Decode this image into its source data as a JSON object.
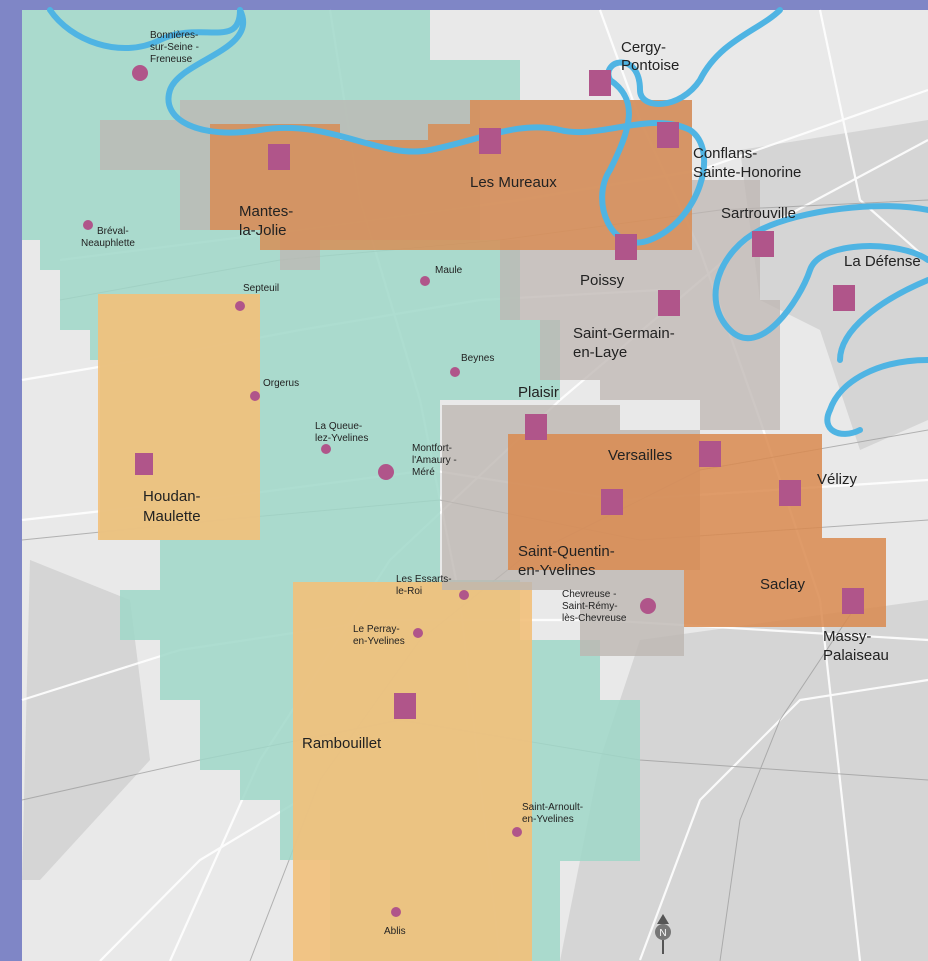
{
  "colors": {
    "frame": "#7f86c6",
    "basemap": "#e9e9e9",
    "river": "#4fb4e3",
    "zone_teal": "#9fd7c8",
    "zone_orange": "#f2c07a",
    "zone_brown": "#d98a4f",
    "zone_grey": "#bdb6b1",
    "marker": "#b0558a"
  },
  "icons": {
    "north_arrow": "north-arrow-icon"
  },
  "places": {
    "bonnieres": "Bonnières-",
    "bonnieres2": "sur-Seine -",
    "bonnieres3": "Freneuse",
    "cergy1": "Cergy-",
    "cergy2": "Pontoise",
    "conflans1": "Conflans-",
    "conflans2": "Sainte-Honorine",
    "mureaux": "Les Mureaux",
    "mantes1": "Mantes-",
    "mantes2": "la-Jolie",
    "breval1": "Bréval-",
    "breval2": "Neauphlette",
    "sartrouville": "Sartrouville",
    "ladefense": "La Défense",
    "maule": "Maule",
    "poissy": "Poissy",
    "septeuil": "Septeuil",
    "stgermain1": "Saint-Germain-",
    "stgermain2": "en-Laye",
    "beynes": "Beynes",
    "orgerus": "Orgerus",
    "plaisir": "Plaisir",
    "queue1": "La Queue-",
    "queue2": "lez-Yvelines",
    "montfort1": "Montfort-",
    "montfort2": "l'Amaury -",
    "montfort3": "Méré",
    "versailles": "Versailles",
    "velizy": "Vélizy",
    "houdan1": "Houdan-",
    "houdan2": "Maulette",
    "sqy1": "Saint-Quentin-",
    "sqy2": "en-Yvelines",
    "essarts1": "Les Essarts-",
    "essarts2": "le-Roi",
    "chevreuse1": "Chevreuse -",
    "chevreuse2": "Saint-Rémy-",
    "chevreuse3": "lès-Chevreuse",
    "saclay": "Saclay",
    "massy1": "Massy-",
    "massy2": "Palaiseau",
    "perray1": "Le Perray-",
    "perray2": "en-Yvelines",
    "rambouillet": "Rambouillet",
    "starnoult1": "Saint-Arnoult-",
    "starnoult2": "en-Yvelines",
    "ablis": "Ablis"
  }
}
